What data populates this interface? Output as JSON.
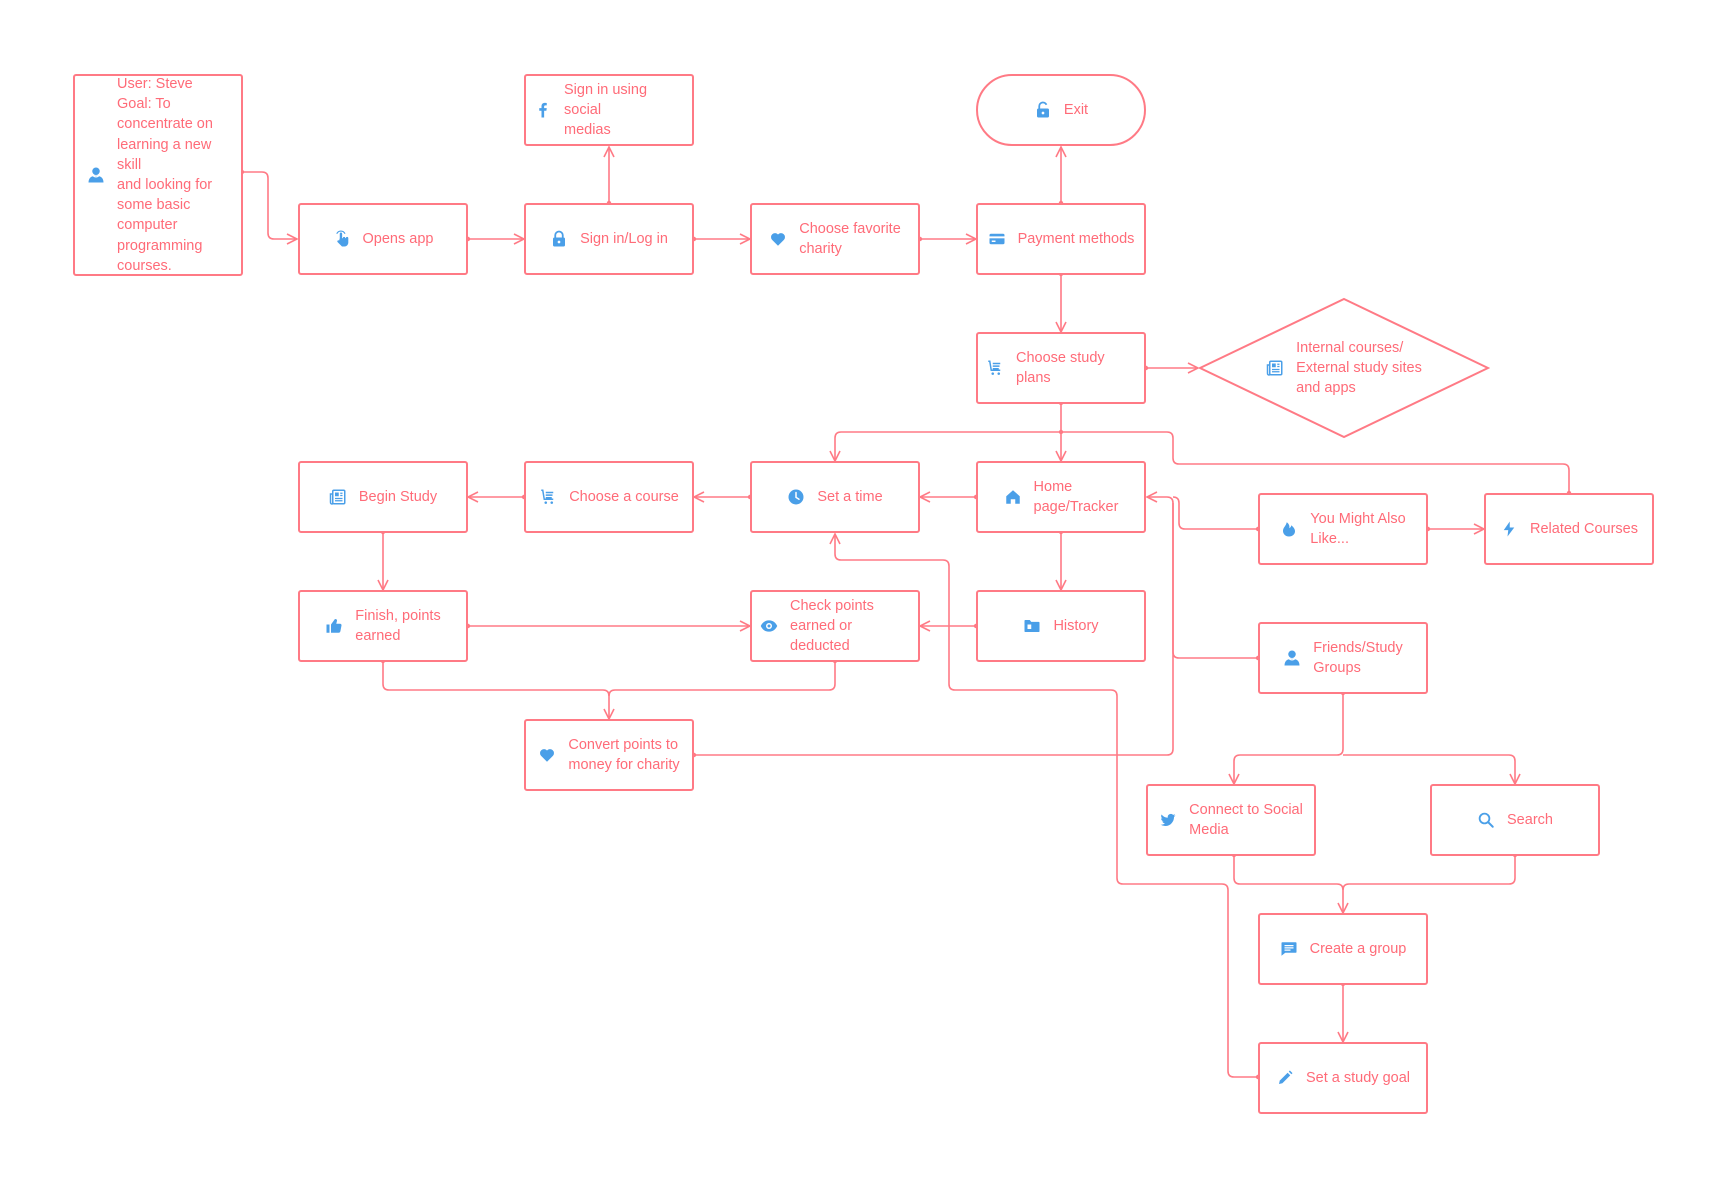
{
  "colors": {
    "line": "#ff7a85",
    "text": "#ff6b78",
    "icon": "#4a9fe8"
  },
  "nodes": {
    "user": {
      "label": "User: Steve\nGoal: To\nconcentrate on\nlearning a new skill\nand looking for\nsome basic\ncomputer\nprogramming\ncourses.",
      "icon": "user-icon"
    },
    "opens_app": {
      "label": "Opens app",
      "icon": "tap-icon"
    },
    "sign_in": {
      "label": "Sign in/Log in",
      "icon": "lock-icon"
    },
    "social": {
      "label": "Sign in using social\nmedias",
      "icon": "facebook-icon"
    },
    "charity": {
      "label": "Choose favorite\ncharity",
      "icon": "heart-icon"
    },
    "payment": {
      "label": "Payment methods",
      "icon": "credit-card-icon"
    },
    "exit": {
      "label": "Exit",
      "icon": "unlock-icon"
    },
    "study_plans": {
      "label": "Choose study plans",
      "icon": "list-cart-icon"
    },
    "internal": {
      "label": "Internal courses/\nExternal study sites\nand apps",
      "icon": "newspaper-icon"
    },
    "home": {
      "label": "Home\npage/Tracker",
      "icon": "home-icon"
    },
    "set_time": {
      "label": "Set a time",
      "icon": "clock-icon"
    },
    "choose_course": {
      "label": "Choose a course",
      "icon": "list-cart-icon"
    },
    "begin_study": {
      "label": "Begin Study",
      "icon": "newspaper-icon"
    },
    "finish": {
      "label": "Finish, points\nearned",
      "icon": "thumbs-up-icon"
    },
    "check_points": {
      "label": "Check points\nearned or deducted",
      "icon": "eye-icon"
    },
    "history": {
      "label": "History",
      "icon": "folder-icon"
    },
    "convert": {
      "label": "Convert points to\nmoney for charity",
      "icon": "heart-icon"
    },
    "might_like": {
      "label": "You Might Also\nLike...",
      "icon": "flame-icon"
    },
    "related": {
      "label": "Related Courses",
      "icon": "bolt-icon"
    },
    "friends": {
      "label": "Friends/Study\nGroups",
      "icon": "user-icon"
    },
    "connect": {
      "label": "Connect to Social\nMedia",
      "icon": "twitter-icon"
    },
    "search": {
      "label": "Search",
      "icon": "search-icon"
    },
    "create_group": {
      "label": "Create a group",
      "icon": "chat-icon"
    },
    "study_goal": {
      "label": "Set a study goal",
      "icon": "pencil-icon"
    }
  }
}
